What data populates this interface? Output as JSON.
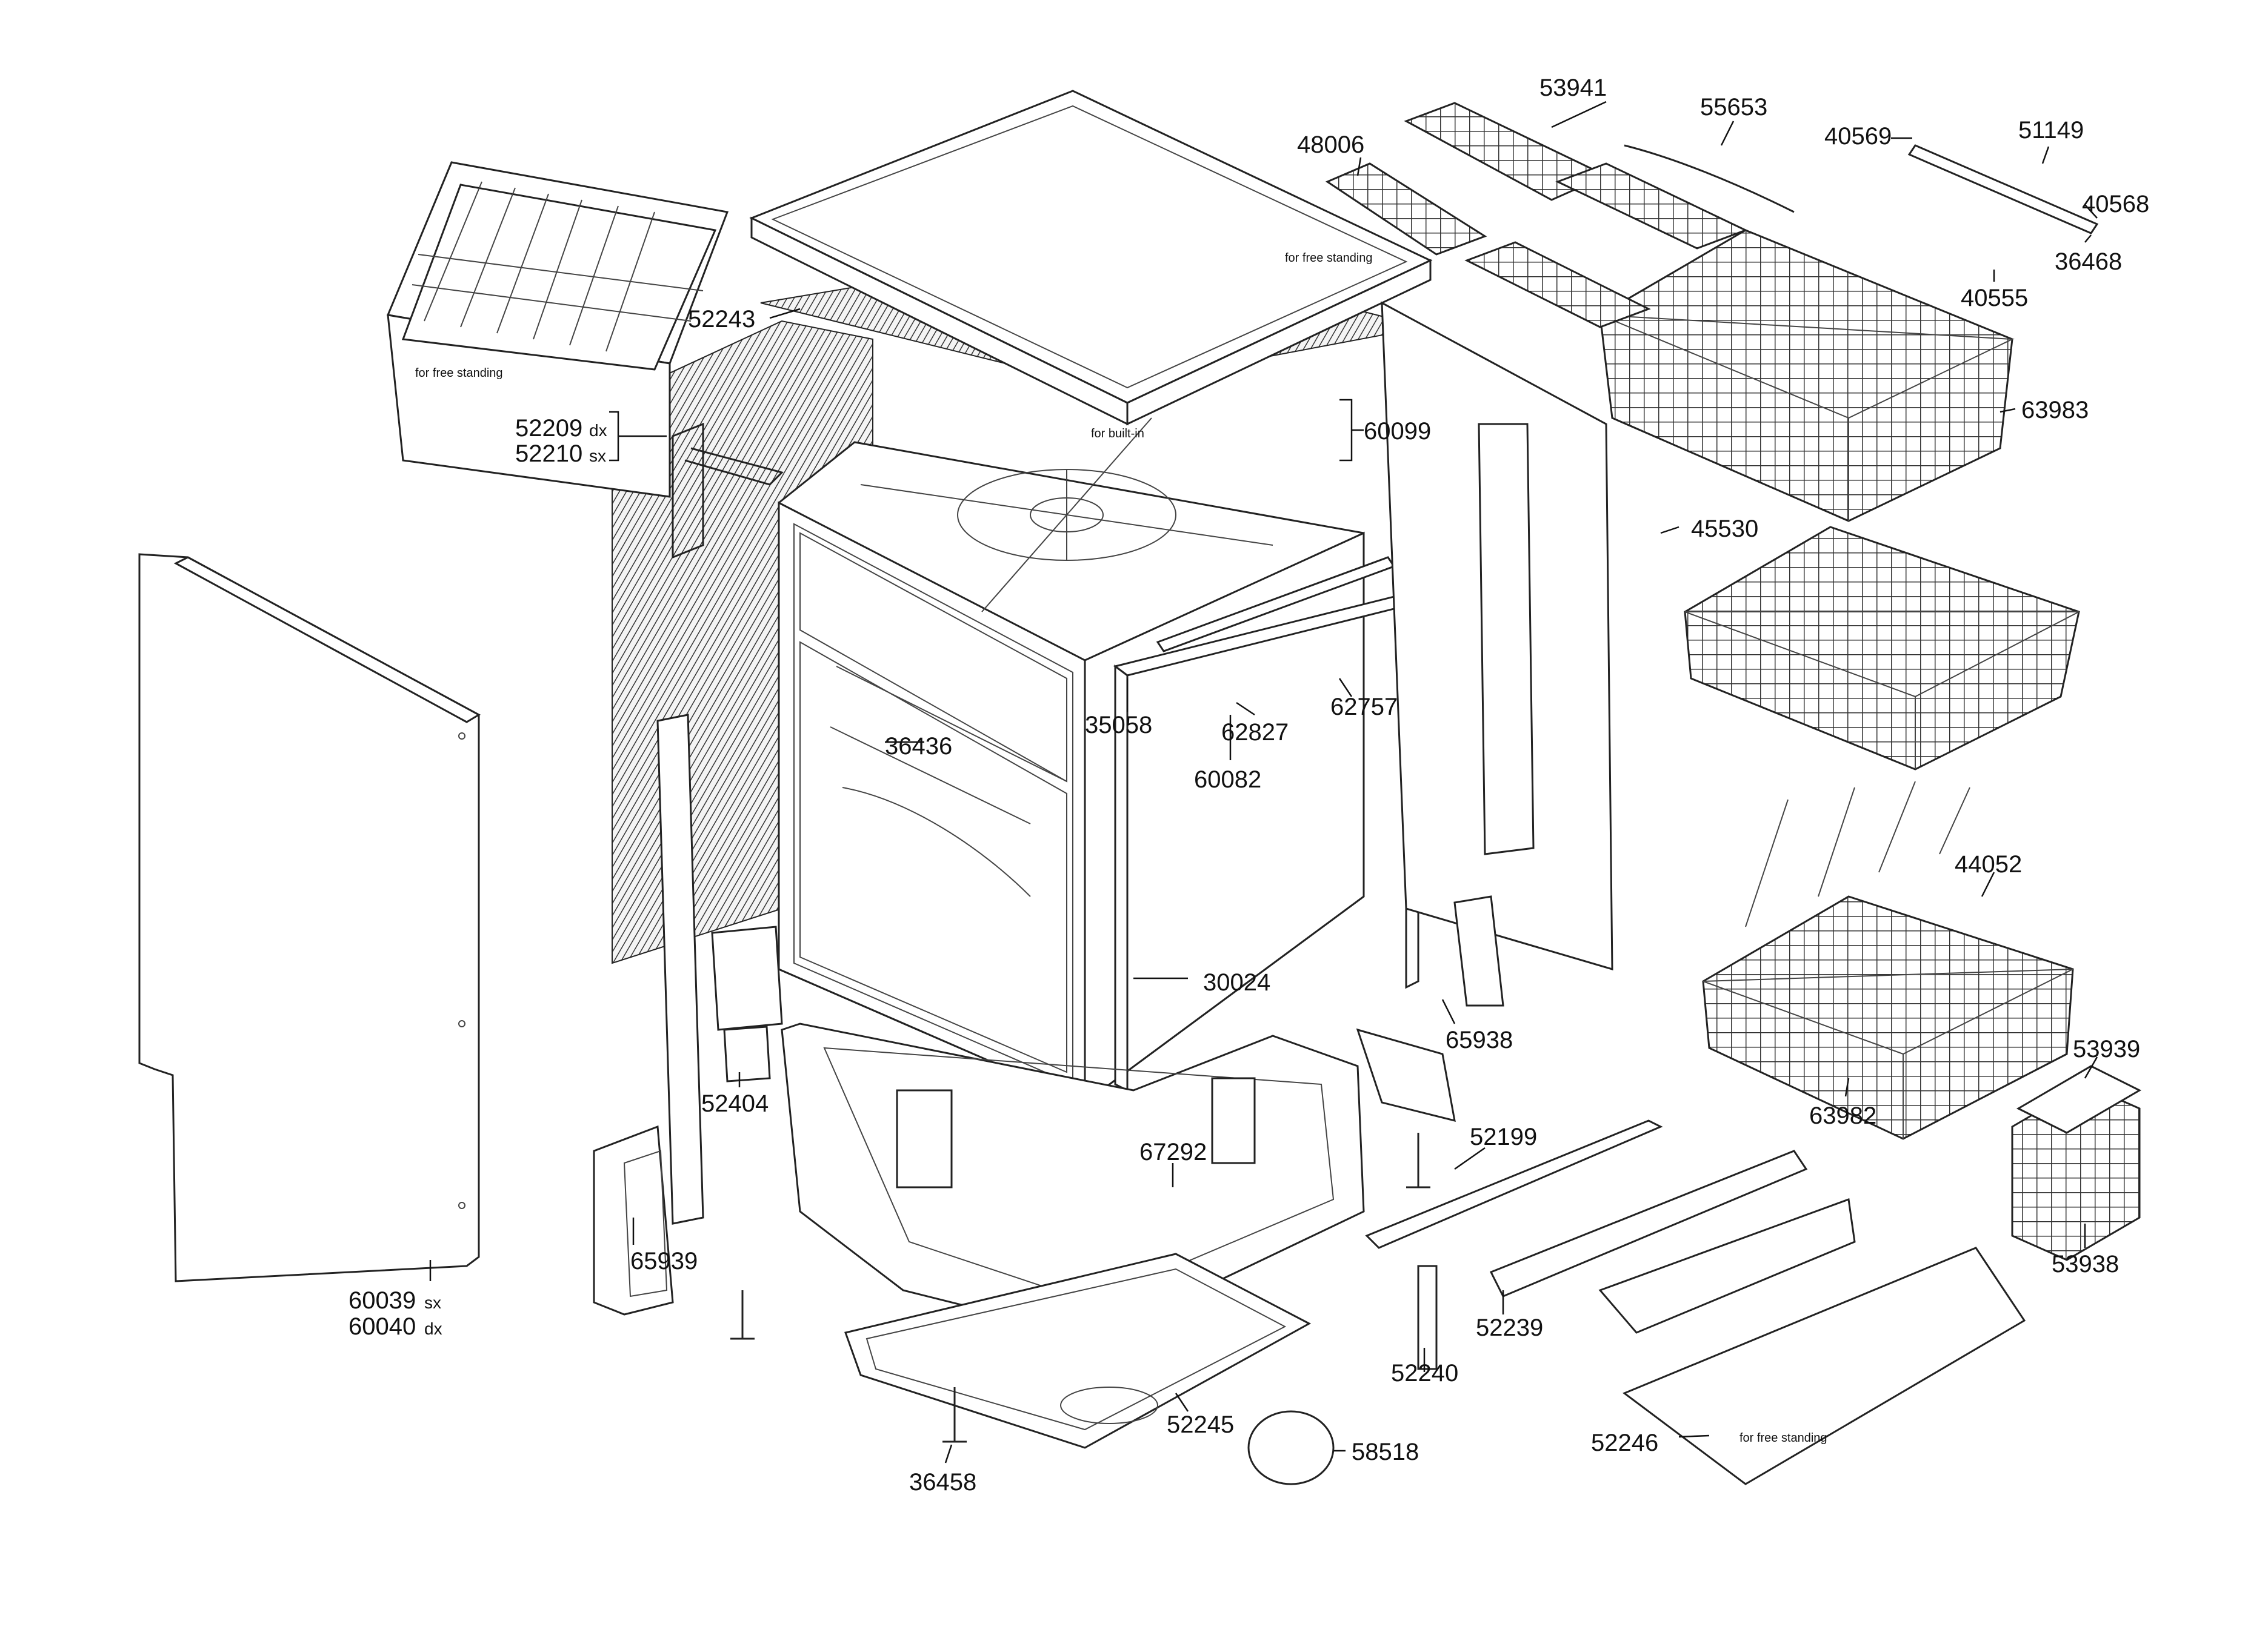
{
  "labels": {
    "p53941": "53941",
    "p55653": "55653",
    "p40569": "40569",
    "p51149": "51149",
    "p48006": "48006",
    "p40568": "40568",
    "p36468": "36468",
    "p40555": "40555",
    "p52243": "52243",
    "p52209": "52209",
    "p52210": "52210",
    "p60099": "60099",
    "p63983": "63983",
    "p45530": "45530",
    "p36436": "36436",
    "p35058": "35058",
    "p62827": "62827",
    "p62757": "62757",
    "p60082": "60082",
    "p44052": "44052",
    "p30024": "30024",
    "p65938": "65938",
    "p53939": "53939",
    "p52404": "52404",
    "p63982": "63982",
    "p52199": "52199",
    "p67292": "67292",
    "p65939": "65939",
    "p53938": "53938",
    "p60039": "60039",
    "p60040": "60040",
    "p52239": "52239",
    "p52240": "52240",
    "p52245": "52245",
    "p52246": "52246",
    "p58518": "58518",
    "p36458": "36458"
  },
  "suffixes": {
    "dx": "dx",
    "sx": "sx"
  },
  "notes": {
    "free_standing_plinth": "for free standing",
    "free_standing_top": "for free standing",
    "built_in": "for built-in",
    "free_standing_kick": "for free standing"
  }
}
